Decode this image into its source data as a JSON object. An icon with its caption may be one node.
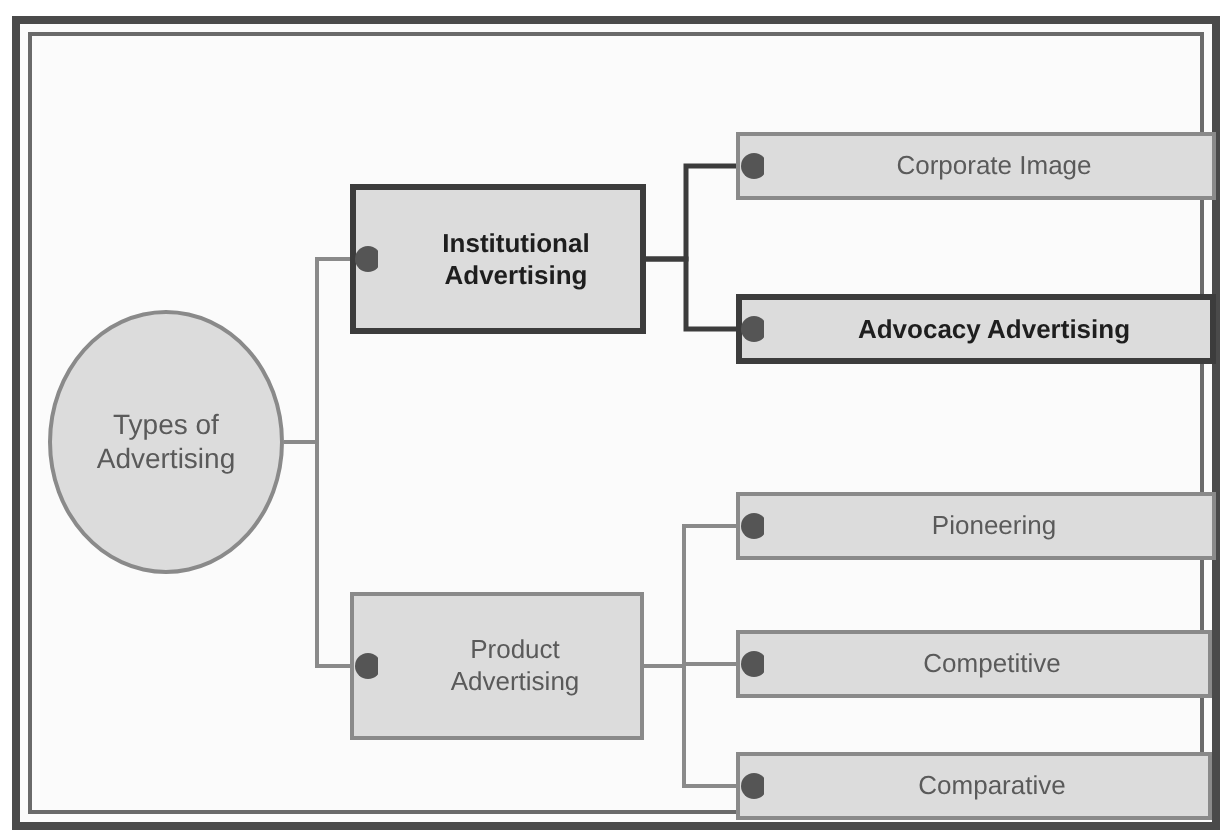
{
  "diagram": {
    "nodes": [
      {
        "text": [
          "Types of Advertising"
        ]
      },
      {
        "text": [
          "Institutional Advertising"
        ]
      },
      {
        "text": [
          "Corporate Image"
        ]
      },
      {
        "text": [
          "Advocacy Advertising"
        ]
      },
      {
        "text": [
          "Product Advertising"
        ]
      },
      {
        "text": [
          "Pioneering"
        ]
      },
      {
        "text": [
          "Competitive"
        ]
      },
      {
        "text": [
          "Comparative"
        ]
      }
    ],
    "edges": [
      {
        "from": 0,
        "to": 1,
        "arrow": "other"
      },
      {
        "from": 0,
        "to": 4,
        "arrow": "other"
      },
      {
        "from": 1,
        "to": 2,
        "arrow": "other"
      },
      {
        "from": 1,
        "to": 3,
        "arrow": "other"
      },
      {
        "from": 4,
        "to": 5,
        "arrow": "other"
      },
      {
        "from": 4,
        "to": 6,
        "arrow": "other"
      },
      {
        "from": 4,
        "to": 7,
        "arrow": "other"
      }
    ]
  }
}
